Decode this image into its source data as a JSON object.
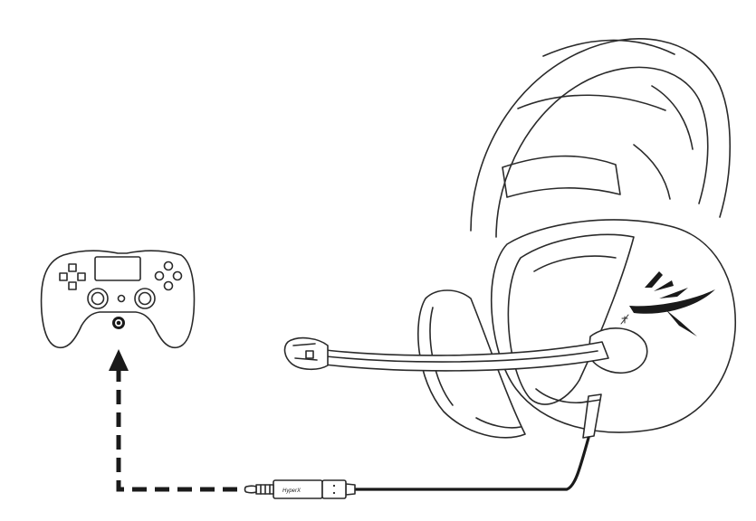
{
  "diagram": {
    "connection_path_style": "dashed",
    "arrow_direction": "up",
    "colors": {
      "line": "#1a1a1a",
      "outline": "#2a2a2a",
      "background": "#ffffff"
    },
    "icons": [
      "gamepad-controller-icon",
      "gaming-headset-icon",
      "audio-jack-plug-icon",
      "hyperx-logo-icon"
    ],
    "plug_brand_text": "HyperX"
  }
}
